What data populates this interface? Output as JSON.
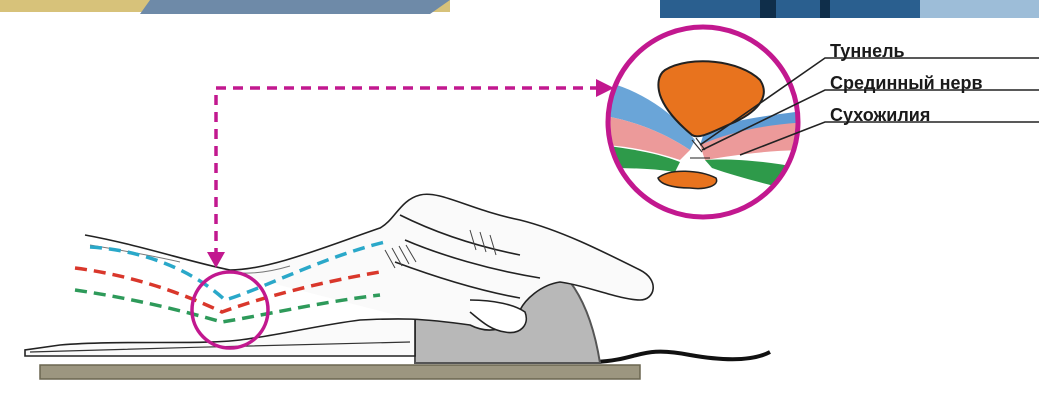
{
  "labels": {
    "tunnel": "Туннель",
    "median_nerve": "Срединный нерв",
    "tendons": "Сухожилия"
  },
  "colors": {
    "magenta": "#c2188f",
    "bone_orange": "#e8731e",
    "tendon_blue": "#3b86c9",
    "tendon_pink": "#e88a8a",
    "tendon_green": "#2e9a4a",
    "line_cyan": "#2aa8c9",
    "line_red": "#d9372b",
    "line_green": "#2e9a5a",
    "mouse_gray": "#b8b8b8",
    "desk": "#9c9680"
  },
  "icons": [
    "hand-drawing",
    "computer-mouse-icon",
    "cross-section-magnifier"
  ]
}
